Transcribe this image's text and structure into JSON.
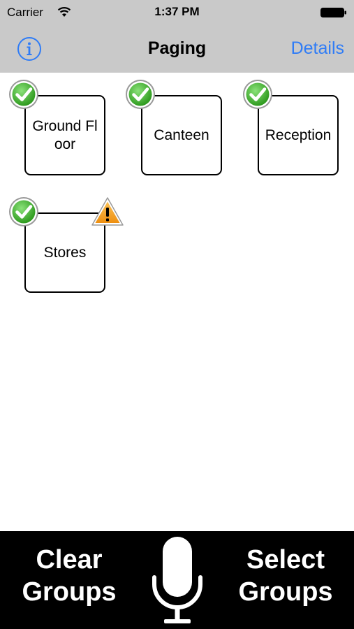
{
  "status_bar": {
    "carrier": "Carrier",
    "time": "1:37 PM",
    "wifi_icon": "wifi-icon",
    "battery_icon": "battery-icon"
  },
  "nav_bar": {
    "info_icon": "info-icon",
    "title": "Paging",
    "details_label": "Details",
    "accent_color": "#2f7cf6",
    "background_color": "#c9c9c9"
  },
  "groups": [
    {
      "label": "Ground Floor",
      "status_icon": "check-icon"
    },
    {
      "label": "Canteen",
      "status_icon": "check-icon"
    },
    {
      "label": "Reception",
      "status_icon": "check-icon"
    },
    {
      "label": "Stores",
      "status_icon": "check-icon",
      "alert_icon": "warning-icon"
    }
  ],
  "bottom_bar": {
    "clear_label_line1": "Clear",
    "clear_label_line2": "Groups",
    "select_label_line1": "Select",
    "select_label_line2": "Groups",
    "mic_icon": "microphone-icon",
    "background_color": "#000000"
  },
  "colors": {
    "check_green": "#3fae2a",
    "warning_orange": "#f6a623"
  }
}
